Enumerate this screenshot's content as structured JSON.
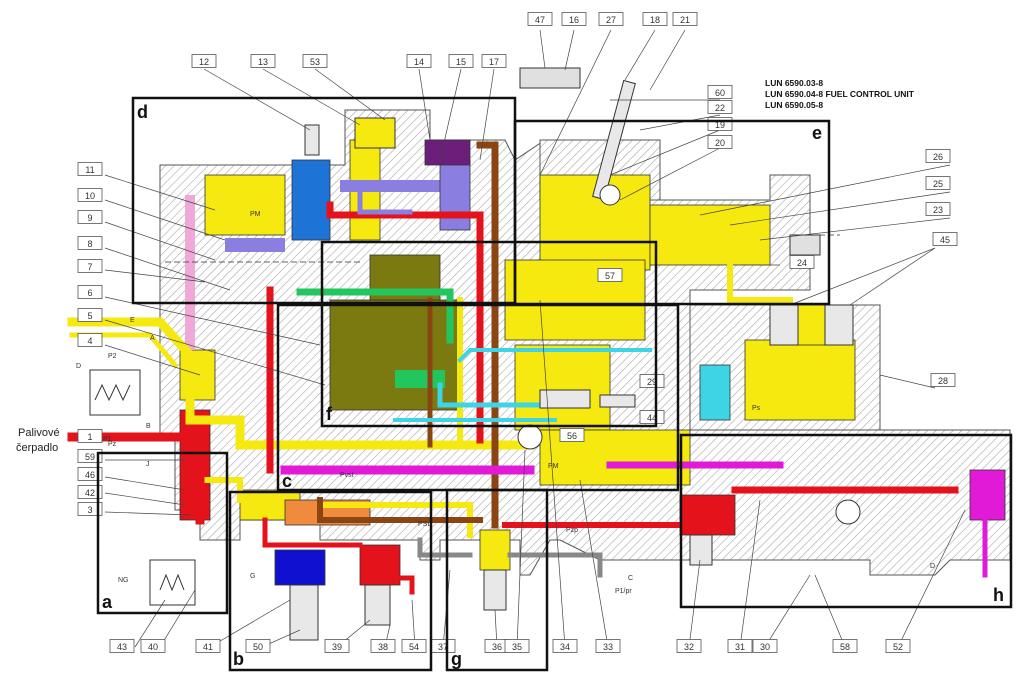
{
  "title_lines": [
    "LUN 6590.03-8",
    "LUN 6590.04-8 FUEL CONTROL UNIT",
    "LUN 6590.05-8"
  ],
  "side_label": [
    "Palivové",
    "čerpadlo"
  ],
  "sections": [
    "a",
    "b",
    "c",
    "d",
    "e",
    "f",
    "g",
    "h"
  ],
  "callouts_top": [
    "12",
    "13",
    "53",
    "14",
    "15",
    "17",
    "47",
    "16",
    "27",
    "18",
    "21"
  ],
  "callouts_left": [
    "11",
    "10",
    "9",
    "8",
    "7",
    "6",
    "5",
    "4",
    "1",
    "59",
    "46",
    "42",
    "3"
  ],
  "callouts_right": [
    "60",
    "22",
    "19",
    "20",
    "26",
    "25",
    "23",
    "24",
    "45",
    "28"
  ],
  "callouts_bottom": [
    "43",
    "40",
    "41",
    "50",
    "39",
    "38",
    "54",
    "37",
    "36",
    "35",
    "34",
    "33",
    "32",
    "31",
    "30",
    "58",
    "52"
  ],
  "callouts_inner": [
    "29",
    "44",
    "56",
    "57"
  ],
  "letter_marks": [
    "D",
    "A",
    "E",
    "B",
    "J",
    "C",
    "D",
    "G"
  ],
  "port_labels": [
    "NG",
    "P2",
    "P1",
    "PM",
    "Ps",
    "Pvst",
    "PM",
    "Pzp",
    "PSL",
    "P1/pr",
    "Pz"
  ],
  "colors": {
    "yellow": "#f5e90f",
    "red": "#e4121b",
    "blue": "#1e73d6",
    "violet": "#8a7fe0",
    "purple": "#6b1f7a",
    "brown": "#8b4513",
    "green": "#22c55e",
    "olive": "#7a7a10",
    "magenta": "#e01ad6",
    "cyan": "#3fd3e6",
    "orange": "#f08a3c",
    "pink": "#f0a8d8",
    "darkblue": "#1010d0",
    "hatch": "#b8b8b8"
  }
}
